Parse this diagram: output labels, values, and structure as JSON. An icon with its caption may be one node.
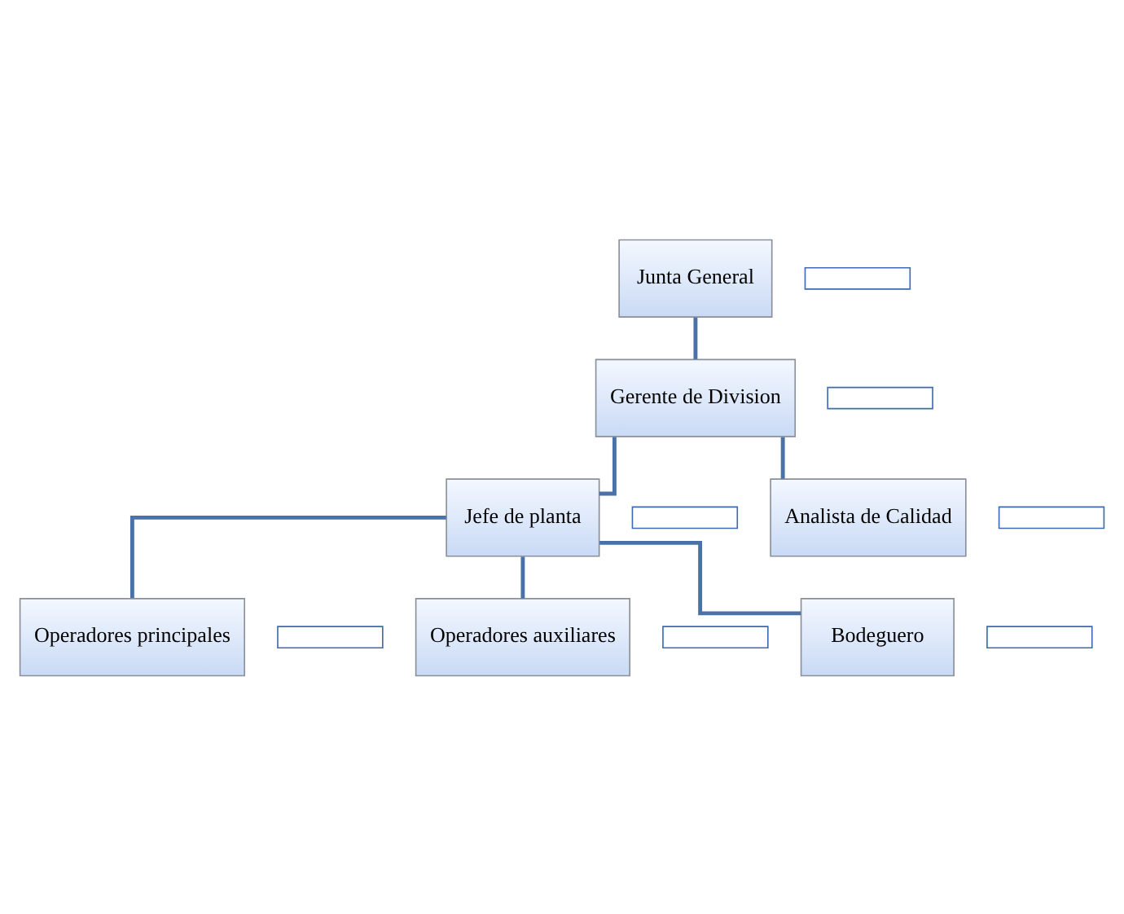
{
  "diagram": {
    "nodes": [
      {
        "text": [
          "Junta General"
        ]
      },
      {
        "text": [],
        "shape": "box"
      },
      {
        "text": [
          "Gerente de Division"
        ]
      },
      {
        "text": [],
        "shape": "box"
      },
      {
        "text": [
          "Jefe de planta"
        ]
      },
      {
        "text": [],
        "shape": "box"
      },
      {
        "text": [
          "Analista de Calidad"
        ]
      },
      {
        "text": [],
        "shape": "box"
      },
      {
        "text": [
          "Operadores principales"
        ]
      },
      {
        "text": [],
        "shape": "box"
      },
      {
        "text": [
          "Operadores auxiliares"
        ]
      },
      {
        "text": [],
        "shape": "box"
      },
      {
        "text": [
          "Bodeguero"
        ]
      },
      {
        "text": [],
        "shape": "box"
      }
    ],
    "edges": [
      {
        "from": 0,
        "to": 2,
        "arrow": "none"
      },
      {
        "from": 2,
        "to": 4,
        "arrow": "none"
      },
      {
        "from": 2,
        "to": 6,
        "arrow": "none"
      },
      {
        "from": 4,
        "to": 8,
        "arrow": "none"
      },
      {
        "from": 4,
        "to": 10,
        "arrow": "none"
      },
      {
        "from": 4,
        "to": 12,
        "arrow": "none"
      }
    ]
  }
}
